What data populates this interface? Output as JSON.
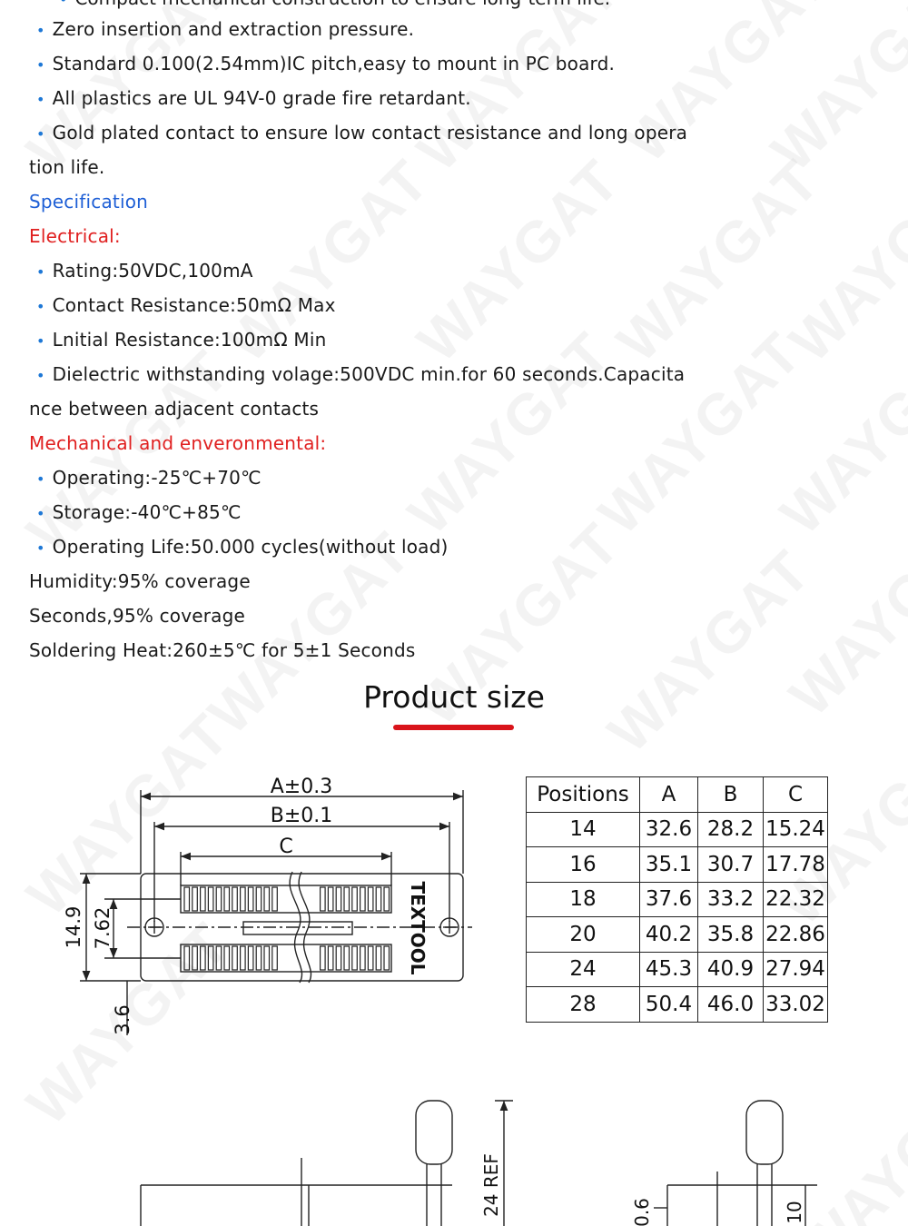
{
  "watermark": {
    "text": "WAYGAT"
  },
  "intro_partial": "Compact mechanical construction to ensure long-term life.",
  "features": [
    "Zero insertion and extraction pressure.",
    "Standard 0.100(2.54mm)IC pitch,easy to mount in PC board.",
    "All plastics are UL 94V-0 grade fire retardant.",
    "Gold plated contact to ensure low contact resistance and long opera"
  ],
  "features_cont": "tion life.",
  "spec_heading": "Specification",
  "electrical_heading": "Electrical:",
  "electrical": [
    "Rating:50VDC,100mA",
    "Contact Resistance:50mΩ Max",
    "Lnitial Resistance:100mΩ Min",
    "Dielectric withstanding volage:500VDC min.for 60 seconds.Capacita"
  ],
  "electrical_cont": "nce between adjacent contacts",
  "mech_heading": "Mechanical and enveronmental:",
  "mechanical": [
    "Operating:-25℃+70℃",
    "Storage:-40℃+85℃",
    "Operating Life:50.000 cycles(without load)"
  ],
  "plain_lines": [
    "Humidity:95% coverage",
    "Seconds,95% coverage",
    "Soldering Heat:260±5℃ for 5±1 Seconds"
  ],
  "section_title": "Product size",
  "drawing": {
    "dim_a": "A±0.3",
    "dim_b": "B±0.1",
    "dim_c": "C",
    "dim_149": "14.9",
    "dim_762": "7.62",
    "dim_36": "3.6",
    "brand": "TEXTOOL",
    "dim_24ref": "24 REF",
    "dim_06": "0.6",
    "dim_10": "10"
  },
  "size_table": {
    "headers": [
      "Positions",
      "A",
      "B",
      "C"
    ],
    "rows": [
      [
        "14",
        "32.6",
        "28.2",
        "15.24"
      ],
      [
        "16",
        "35.1",
        "30.7",
        "17.78"
      ],
      [
        "18",
        "37.6",
        "33.2",
        "22.32"
      ],
      [
        "20",
        "40.2",
        "35.8",
        "22.86"
      ],
      [
        "24",
        "45.3",
        "40.9",
        "27.94"
      ],
      [
        "28",
        "50.4",
        "46.0",
        "33.02"
      ]
    ]
  }
}
